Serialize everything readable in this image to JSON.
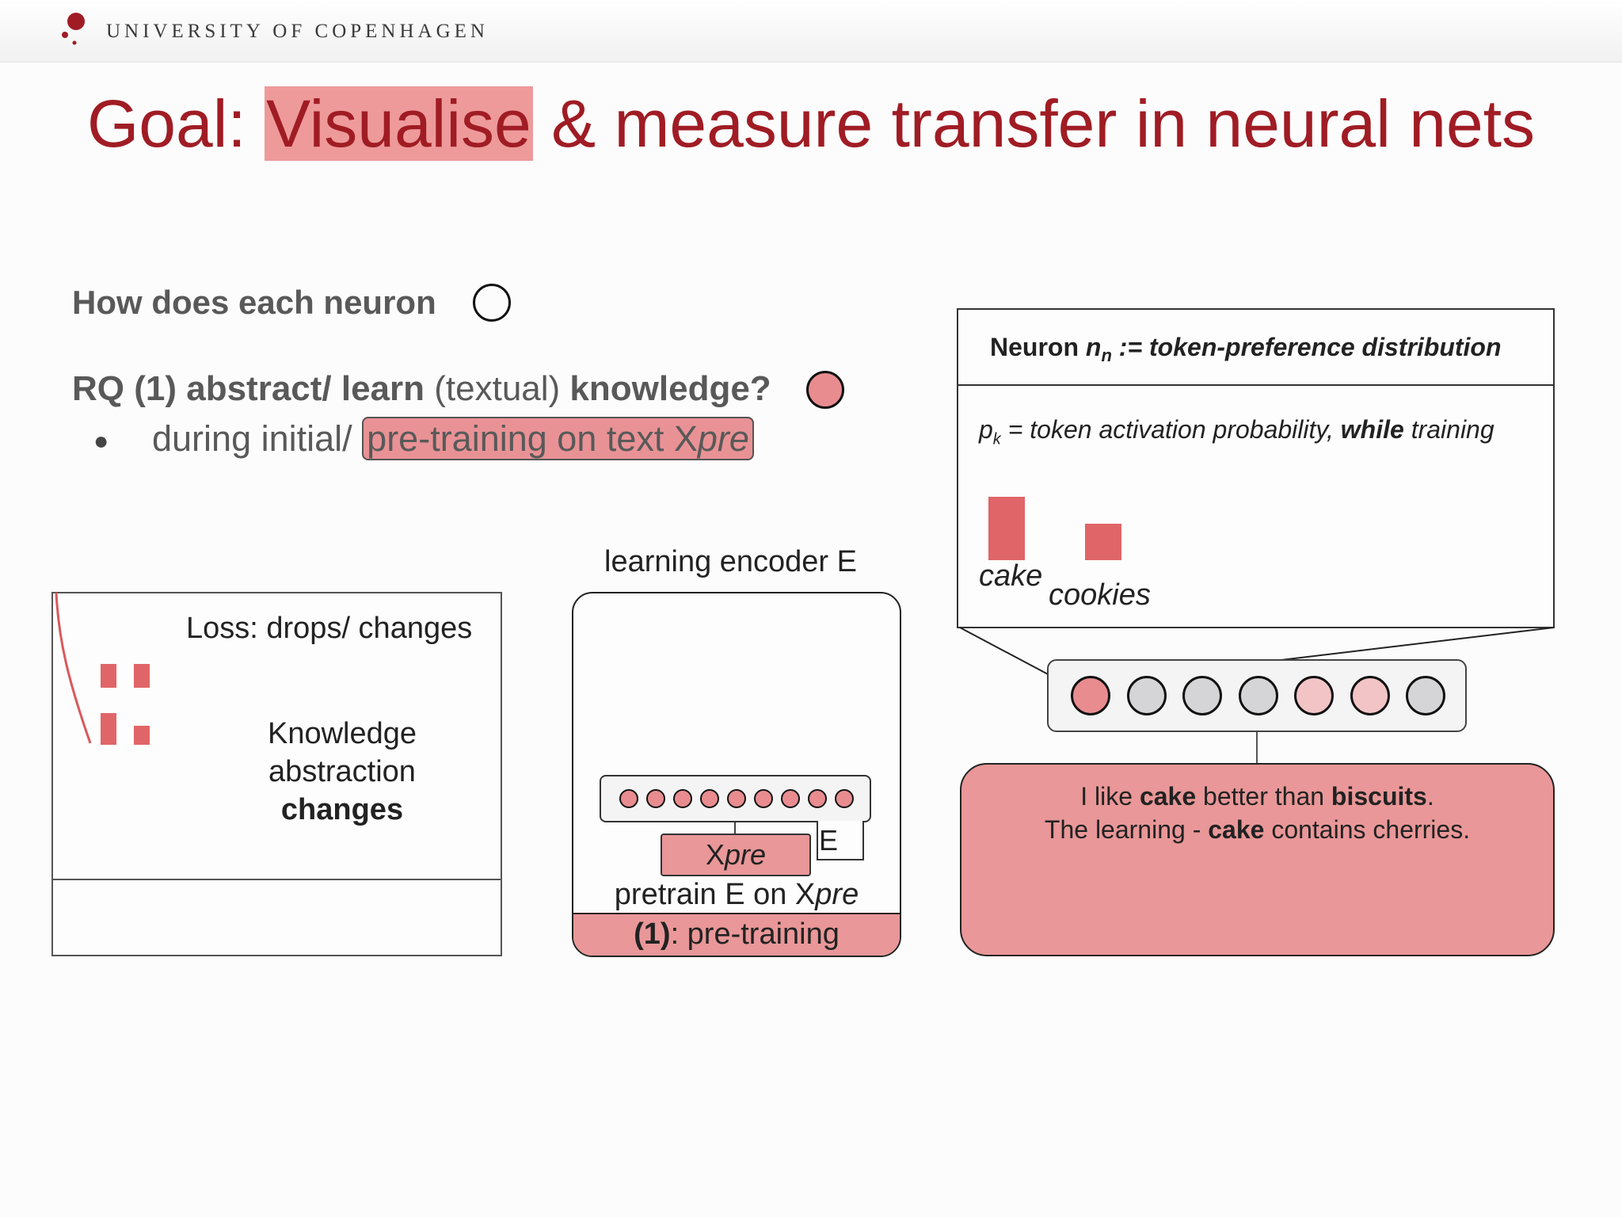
{
  "header": {
    "university": "UNIVERSITY OF COPENHAGEN"
  },
  "title": {
    "prefix": "Goal: ",
    "highlight": "Visualise",
    "rest": " & measure transfer in neural nets"
  },
  "question": {
    "line1": "How does each neuron",
    "rq_bold1": "RQ (1) abstract/ learn",
    "rq_normal": " (textual) ",
    "rq_bold2": "knowledge?",
    "bullet": "●",
    "bullet_prefix": "during initial/",
    "bullet_highlight": "pre-training on text X",
    "bullet_highlight_italic": "pre"
  },
  "loss_panel": {
    "title": "Loss: drops/ changes",
    "line1": "Knowledge",
    "line2": "abstraction",
    "line3": "changes"
  },
  "encoder_panel": {
    "label": "learning encoder E",
    "xpre_x": "X",
    "xpre_pre": "pre",
    "e_tag": "E",
    "pretrain_prefix": "pretrain E on X",
    "pretrain_italic": "pre",
    "footer_bold": "(1)",
    "footer_rest": ": pre-training",
    "neuron_count": 9
  },
  "neuron_panel": {
    "title_prefix": "Neuron ",
    "title_n": "n",
    "title_sub": "n",
    "title_rest": " := token-preference distribution",
    "prob_p": "p",
    "prob_k": "k",
    "prob_rest": " = token activation probability, ",
    "prob_while": "while",
    "prob_training": " training",
    "tokens": [
      {
        "label": "cake",
        "value": 1.0
      },
      {
        "label": "cookies",
        "value": 0.58
      }
    ]
  },
  "neuron_row": {
    "fills": [
      "#e88c8f",
      "#d5d5d8",
      "#d5d5d8",
      "#d5d5d8",
      "#f2c4c6",
      "#f2c4c6",
      "#d5d5d8"
    ]
  },
  "sentence_panel": {
    "s1_a": "I like ",
    "s1_b": "cake",
    "s1_c": " better than ",
    "s1_d": "biscuits",
    "s1_e": ".",
    "s2_a": "The learning - ",
    "s2_b": "cake",
    "s2_c": " contains cherries."
  },
  "colors": {
    "accent": "#a01c24",
    "highlight": "#ee9a9a",
    "bar": "#e06568"
  }
}
